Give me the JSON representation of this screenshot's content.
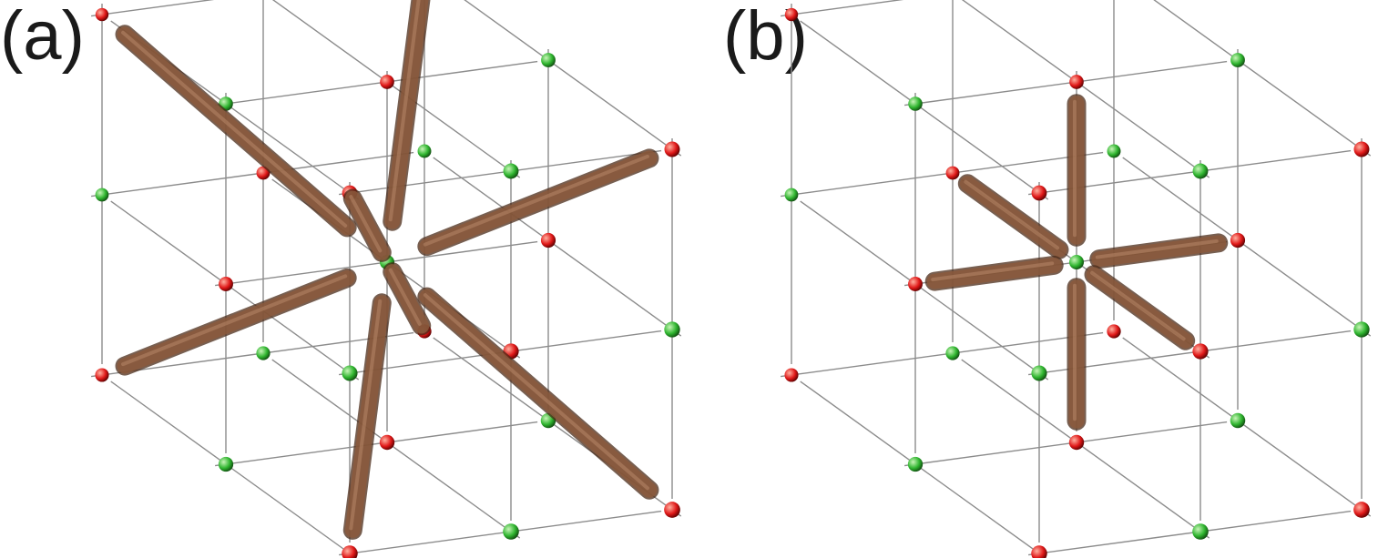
{
  "panels": [
    {
      "label": "(a)",
      "rod_mode": "diagonal"
    },
    {
      "label": "(b)",
      "rod_mode": "axial"
    }
  ],
  "colors": {
    "lattice_line": "#8c8c8c",
    "atom_red": "#e01818",
    "atom_green": "#2fb52f",
    "rod": "#8b5a3c",
    "label": "#1a1a1a"
  }
}
